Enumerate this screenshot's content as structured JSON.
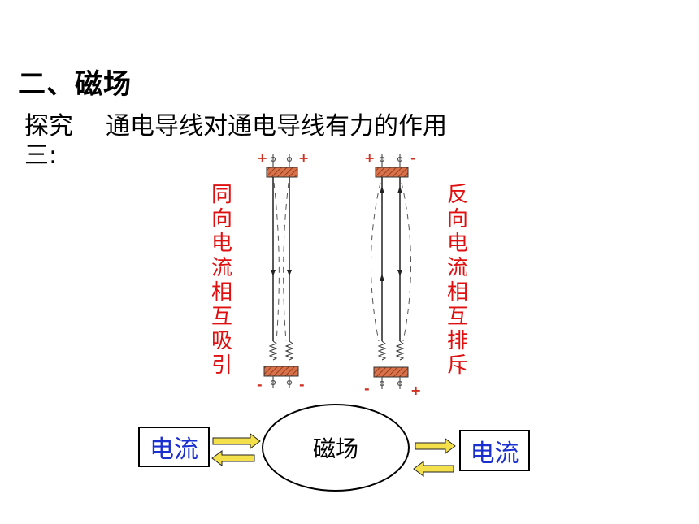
{
  "heading": "二、磁场",
  "subtitle": {
    "prefix": "探究三:",
    "text": "通电导线对通电导线有力的作用"
  },
  "left_label": [
    "同",
    "向",
    "电",
    "流",
    "相",
    "互",
    "吸",
    "引"
  ],
  "right_label": [
    "反",
    "向",
    "电",
    "流",
    "相",
    "互",
    "排",
    "斥"
  ],
  "left_apparatus": {
    "top_signs": [
      "+",
      "+"
    ],
    "bottom_signs": [
      "-",
      "-"
    ]
  },
  "right_apparatus": {
    "top_signs": [
      "+",
      "-"
    ],
    "bottom_signs": [
      "-",
      "+"
    ]
  },
  "flow": {
    "left_box": "电流",
    "center": "磁场",
    "right_box": "电流"
  },
  "colors": {
    "label_red": "#e01010",
    "box_text_blue": "#1a2fd0",
    "bar_copper": "#d9714a",
    "arrow_yellow": "#f3e04a"
  }
}
